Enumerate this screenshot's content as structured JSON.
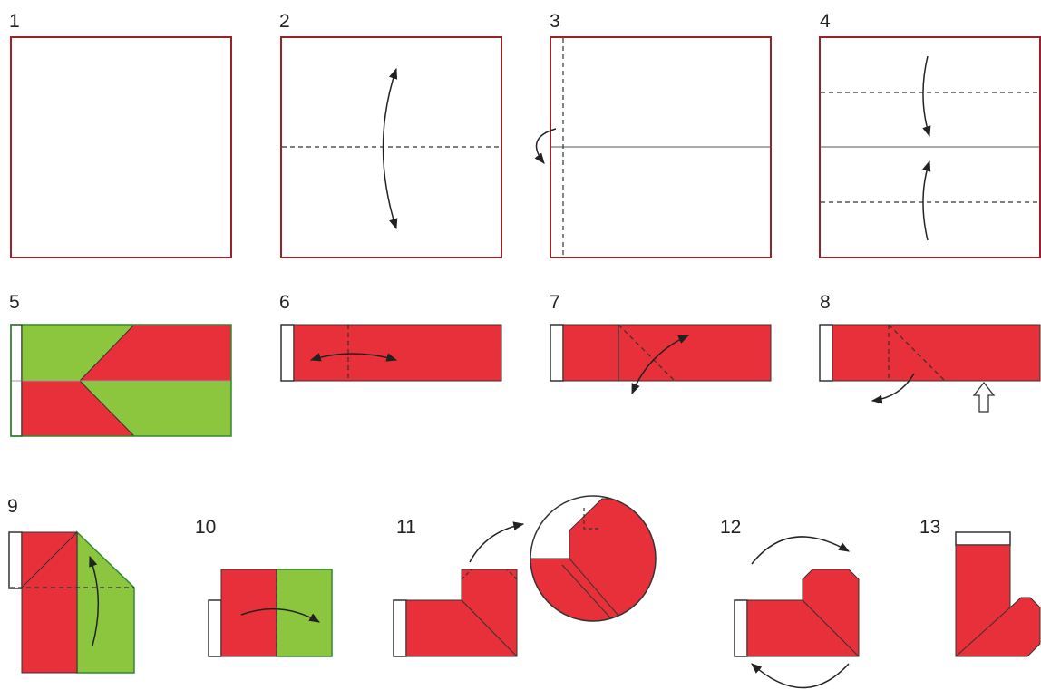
{
  "colors": {
    "outline": "#9b2226",
    "red": "#e8303a",
    "green": "#8cc63f",
    "green_edge": "#2e8b2e",
    "line": "#333333",
    "crease": "#777777"
  },
  "steps": [
    {
      "number": "1"
    },
    {
      "number": "2"
    },
    {
      "number": "3"
    },
    {
      "number": "4"
    },
    {
      "number": "5"
    },
    {
      "number": "6"
    },
    {
      "number": "7"
    },
    {
      "number": "8"
    },
    {
      "number": "9"
    },
    {
      "number": "10"
    },
    {
      "number": "11"
    },
    {
      "number": "12"
    },
    {
      "number": "13"
    }
  ]
}
